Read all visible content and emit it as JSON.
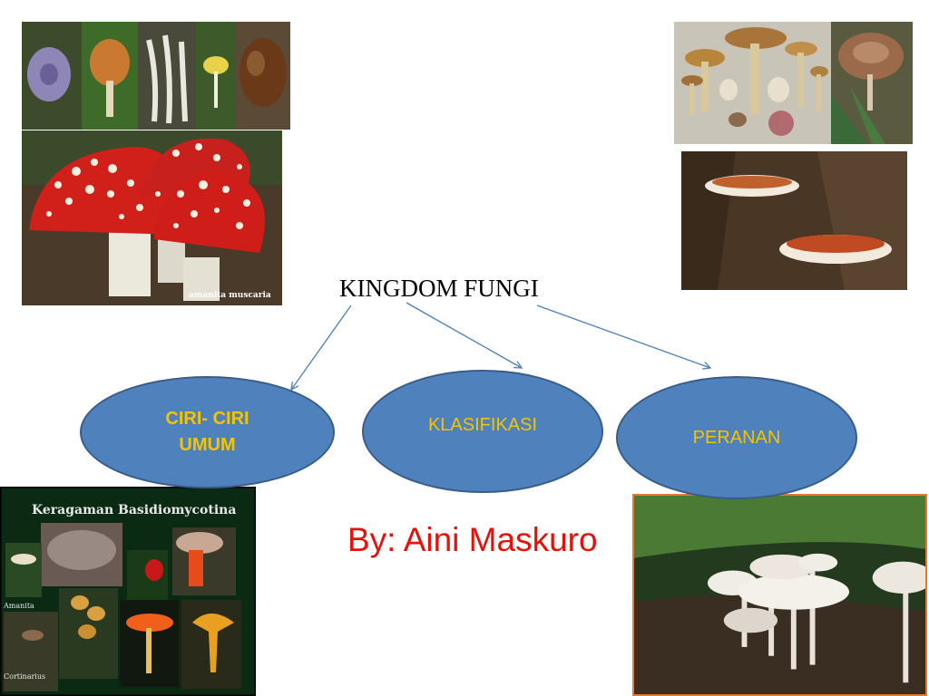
{
  "slide": {
    "title": "KINGDOM FUNGI",
    "byline": "By: Aini Maskuro",
    "ovals": [
      {
        "line1": "CIRI- CIRI",
        "line2": "UMUM"
      },
      {
        "label": "KLASIFIKASI"
      },
      {
        "label": "PERANAN"
      }
    ],
    "images": {
      "amanita_caption": "amanita muscaria",
      "basidio_title": "Keragaman Basidiomycotina",
      "basidio_label_a": "Amanita",
      "basidio_label_b": "Cortinarius"
    }
  },
  "colors": {
    "oval_fill": "#4f81bd",
    "oval_border": "#385d8a",
    "oval_text": "#f5c400",
    "byline": "#e3120b",
    "arrow": "#4a7ebb"
  }
}
